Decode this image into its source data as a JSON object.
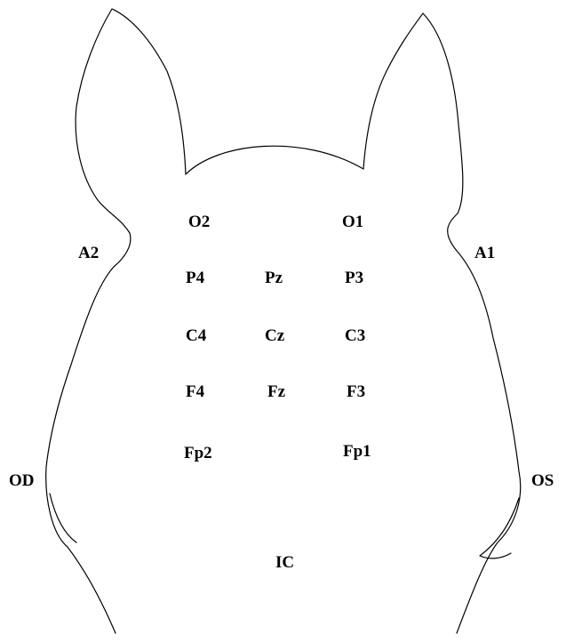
{
  "diagram": {
    "labels": {
      "o2": "O2",
      "o1": "O1",
      "a2": "A2",
      "a1": "A1",
      "p4": "P4",
      "pz": "Pz",
      "p3": "P3",
      "c4": "C4",
      "cz": "Cz",
      "c3": "C3",
      "f4": "F4",
      "fz": "Fz",
      "f3": "F3",
      "fp2": "Fp2",
      "fp1": "Fp1",
      "od": "OD",
      "os": "OS",
      "ic": "IC"
    },
    "colors": {
      "outline": "#000000",
      "text": "#000000",
      "background": "#ffffff"
    }
  }
}
